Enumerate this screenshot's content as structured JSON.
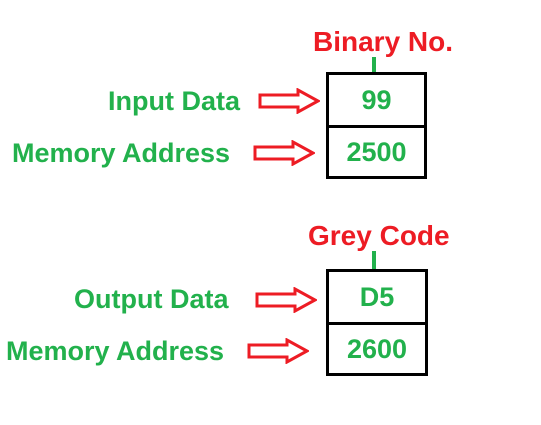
{
  "colors": {
    "label_green": "#22b14c",
    "header_red": "#ed1c24",
    "arrow_red": "#ed1c24",
    "box_border": "#000000"
  },
  "binary": {
    "header": "Binary No.",
    "row1_label": "Input Data",
    "row1_value": "99",
    "row2_label": "Memory Address",
    "row2_value": "2500"
  },
  "grey": {
    "header": "Grey Code",
    "row1_label": "Output Data",
    "row1_value": "D5",
    "row2_label": "Memory Address",
    "row2_value": "2600"
  }
}
